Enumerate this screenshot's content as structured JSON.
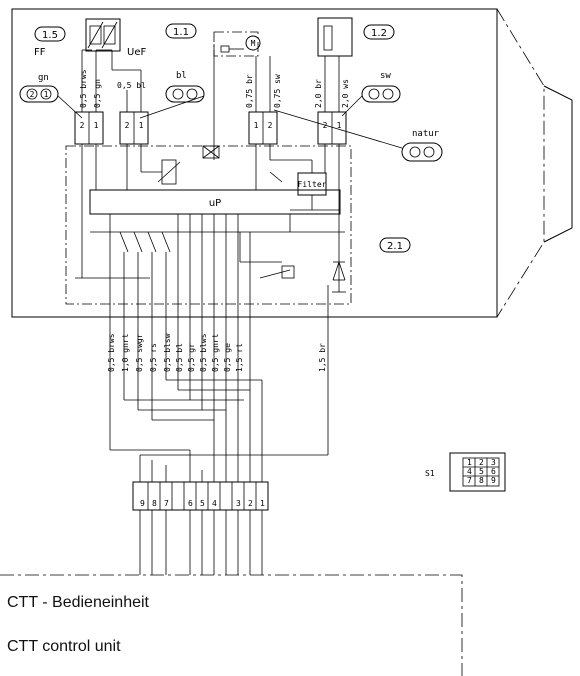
{
  "labels": {
    "ref_ff": "1.5",
    "ref_motor": "1.1",
    "ref_right": "1.2",
    "ref_unit": "2.1",
    "ff": "FF",
    "uef": "UeF",
    "up": "uP",
    "filter": "Filter",
    "s1": "S1",
    "gn": "gn",
    "bl": "bl",
    "sw": "sw",
    "natur": "natur",
    "pin_2": "2",
    "pin_1": "1",
    "pin_1_alt": "1"
  },
  "wires_top": [
    "0,5 brws",
    "0,5 gn",
    "0,5 bl",
    "0,75 br",
    "0,75 sw",
    "2,0 br",
    "2,0 ws"
  ],
  "wires_bottom": [
    "0,5 brws",
    "1,0 gnrt",
    "0,5 swgr",
    "0,5 rs",
    "0,5 blsw",
    "0,5 bl",
    "0,5 gr",
    "0,5 blws",
    "0,5 gnrt",
    "0,5 ge",
    "1,5 rt",
    "1,5 br"
  ],
  "connector_pins": [
    "9",
    "8",
    "7",
    "6",
    "5",
    "4",
    "3",
    "2",
    "1"
  ],
  "s1_pins": [
    "1",
    "2",
    "3",
    "4",
    "5",
    "6",
    "7",
    "8",
    "9"
  ],
  "captions": {
    "de": "CTT - Bedieneinheit",
    "en": "CTT control unit"
  }
}
